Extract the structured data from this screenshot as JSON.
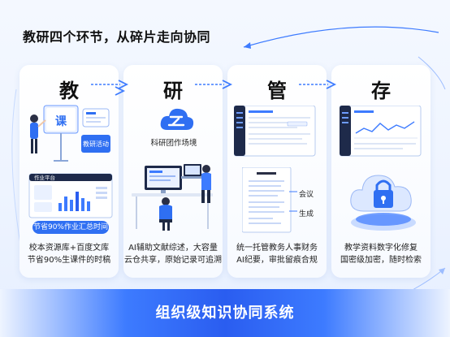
{
  "headline": "教研四个环节，从碎片走向协同",
  "stages": [
    {
      "char": "教",
      "lines": [
        "校本资源库+百度文库",
        "节省90%生课件的时稿"
      ]
    },
    {
      "char": "研",
      "lines": [
        "AI辅助文献综述，大容量",
        "云仓共享，原始记录可追溯"
      ]
    },
    {
      "char": "管",
      "lines": [
        "统一托管教务人事财务",
        "AI纪要，审批留痕合规"
      ]
    },
    {
      "char": "存",
      "lines": [
        "教学资料数字化修复",
        "国密级加密，随时检索"
      ]
    }
  ],
  "teach_illus": {
    "board_char": "课",
    "card_label": "教研活动",
    "platform_title": "作业平台",
    "badge": "节省90%作业汇总时间"
  },
  "research_illus": {
    "cloud_label": "科研团作场境"
  },
  "manage_illus": {
    "tag_meeting": "会议",
    "tag_generate": "生成"
  },
  "banner": "组织级知识协同系统",
  "colors": {
    "accent": "#2f6ff2",
    "arrow": "#3d7bff",
    "banner": "#2a5df0"
  }
}
